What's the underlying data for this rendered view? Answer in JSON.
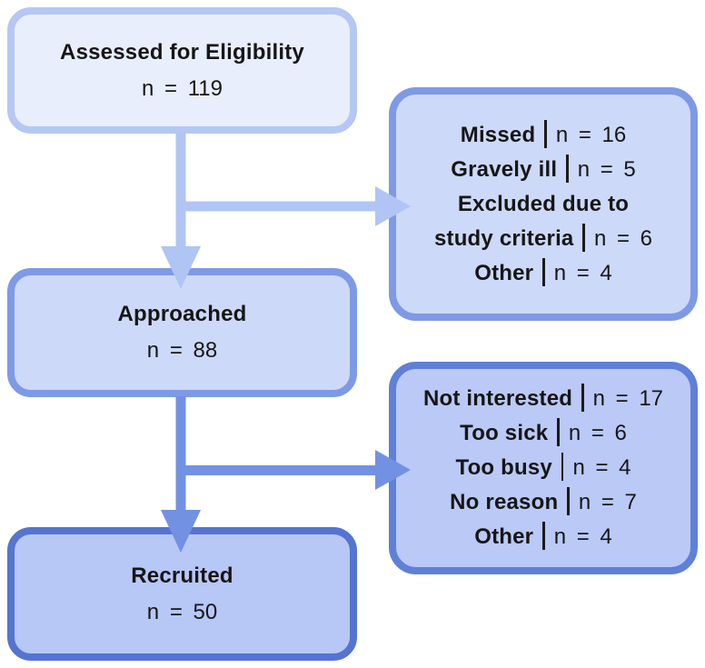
{
  "flowchart": {
    "main_boxes": [
      {
        "title": "Assessed for Eligibility",
        "value": "n = 119"
      },
      {
        "title": "Approached",
        "value": "n = 88"
      },
      {
        "title": "Recruited",
        "value": "n = 50"
      }
    ],
    "side_boxes": [
      {
        "items": [
          {
            "label": "Missed",
            "value": "n = 16"
          },
          {
            "label": "Gravely ill",
            "value": "n = 5"
          },
          {
            "label_line1": "Excluded due to",
            "label_line2": "study criteria",
            "value": "n = 6"
          },
          {
            "label": "Other",
            "value": "n = 4"
          }
        ]
      },
      {
        "items": [
          {
            "label": "Not interested",
            "value": "n = 17"
          },
          {
            "label": "Too sick",
            "value": "n = 6"
          },
          {
            "label": "Too busy",
            "value": "n = 4"
          },
          {
            "label": "No reason",
            "value": "n = 7"
          },
          {
            "label": "Other",
            "value": "n = 4"
          }
        ]
      }
    ],
    "colors": {
      "box1_fill": "#e9eefc",
      "box1_border": "#b5c7f3",
      "box2_fill": "#cdd9f8",
      "box2_border": "#7e9ae6",
      "box3_fill": "#b7c7f6",
      "box3_border": "#5574d0",
      "side1_fill": "#cdd9f8",
      "side1_border": "#7e99e6",
      "side2_fill": "#bac9f6",
      "side2_border": "#5e80d8",
      "arrow1": "#b1c5f4",
      "arrow2": "#7391e3",
      "text": "#161616"
    }
  }
}
